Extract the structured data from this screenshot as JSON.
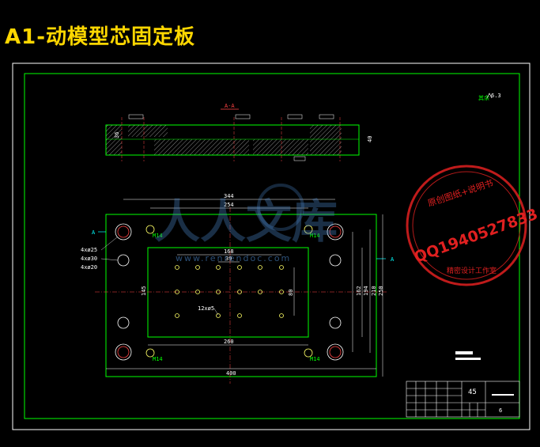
{
  "title": "A1-动模型芯固定板",
  "section_label": "A-A",
  "view_marker": "A",
  "roughness": "其余",
  "roughness_value": "6.3",
  "dims": {
    "d344": "344",
    "d254": "254",
    "d168": "168",
    "d39": "39",
    "d260": "260",
    "d400": "400",
    "d145": "145",
    "d80": "80",
    "d162": "162",
    "d194": "194",
    "d210": "210",
    "d250": "250",
    "d40": "40",
    "d36": "36"
  },
  "hole_notes": {
    "h1": "4xø25",
    "h2": "4xø30",
    "h3": "4xø20",
    "h4": "12xø5",
    "m14": "M14"
  },
  "watermark": {
    "text": "人人文库",
    "url": "www.renrendoc.com"
  },
  "stamp": {
    "top": "原创图纸+说明书",
    "qq": "QQ1940527833",
    "bottom": "精密设计工作室"
  },
  "titleblock": {
    "material": "45",
    "scale": "6"
  }
}
